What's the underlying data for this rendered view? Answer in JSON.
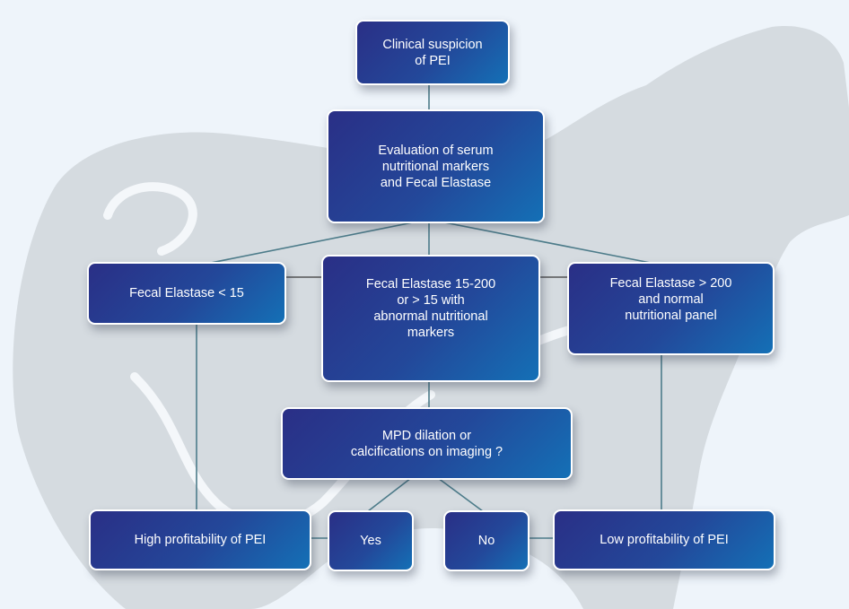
{
  "diagram": {
    "type": "flowchart",
    "colors": {
      "node_gradient_start": "#2a2f86",
      "node_gradient_end": "#1470b6",
      "connector": "#4d7c8a",
      "background": "#eef4fa",
      "silhouette": "#d5dbe0"
    },
    "nodes": {
      "start": "Clinical suspicion\nof PEI",
      "evaluation": "Evaluation of serum\nnutritional markers\nand Fecal Elastase",
      "fe_low": "Fecal Elastase < 15",
      "fe_mid": "Fecal Elastase 15-200\nor > 15 with\nabnormal nutritional\nmarkers",
      "fe_high": "Fecal Elastase > 200\nand normal\nnutritional panel",
      "imaging": "MPD dilation or\ncalcifications on imaging ?",
      "high_prob": "High profitability of PEI",
      "yes": "Yes",
      "no": "No",
      "low_prob": "Low profitability of PEI"
    },
    "edges": [
      {
        "from": "start",
        "to": "evaluation"
      },
      {
        "from": "evaluation",
        "to": "fe_low"
      },
      {
        "from": "evaluation",
        "to": "fe_mid"
      },
      {
        "from": "evaluation",
        "to": "fe_high"
      },
      {
        "from": "fe_low",
        "to": "high_prob"
      },
      {
        "from": "fe_mid",
        "to": "imaging"
      },
      {
        "from": "fe_high",
        "to": "low_prob"
      },
      {
        "from": "imaging",
        "to": "yes"
      },
      {
        "from": "imaging",
        "to": "no"
      },
      {
        "from": "yes",
        "to": "high_prob"
      },
      {
        "from": "no",
        "to": "low_prob"
      }
    ]
  }
}
